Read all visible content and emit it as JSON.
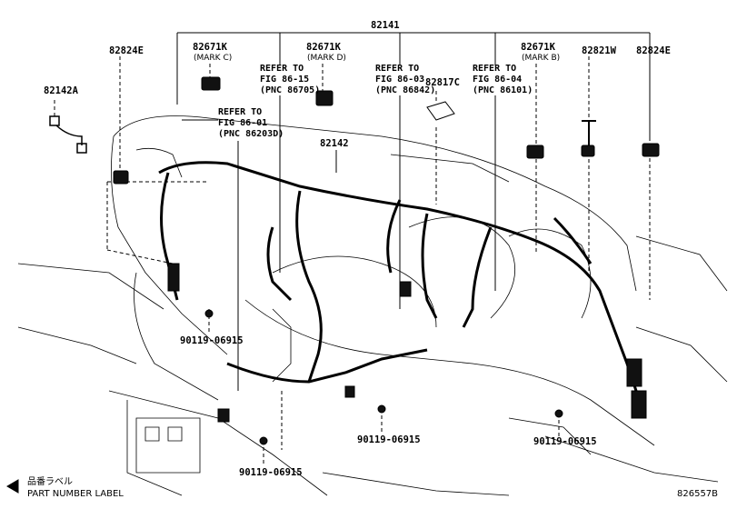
{
  "diagram": {
    "top_part": "82141",
    "labels": {
      "l82824E_left": "82824E",
      "l82671K_c": "82671K",
      "l82671K_c_sub": "(MARK C)",
      "l82671K_d": "82671K",
      "l82671K_d_sub": "(MARK D)",
      "l82671K_b": "82671K",
      "l82671K_b_sub": "(MARK B)",
      "l82821W": "82821W",
      "l82824E_right": "82824E",
      "l82142A": "82142A",
      "l82817C": "82817C",
      "l82142": "82142",
      "bolt1": "90119-06915",
      "bolt2": "90119-06915",
      "bolt3": "90119-06915",
      "bolt4": "90119-06915"
    },
    "refs": {
      "r1_line1": "REFER TO",
      "r1_line2": "FIG 86-15",
      "r1_line3": "(PNC 86705)",
      "r2_line1": "REFER TO",
      "r2_line2": "FIG 86-01",
      "r2_line3": "(PNC 86203D)",
      "r3_line1": "REFER TO",
      "r3_line2": "FIG 86-03",
      "r3_line3": "(PNC 86842)",
      "r4_line1": "REFER TO",
      "r4_line2": "FIG 86-04",
      "r4_line3": "(PNC 86101)"
    },
    "legend_jp": "品番ラベル",
    "legend_en": "PART NUMBER LABEL",
    "figure_id": "826557B"
  }
}
